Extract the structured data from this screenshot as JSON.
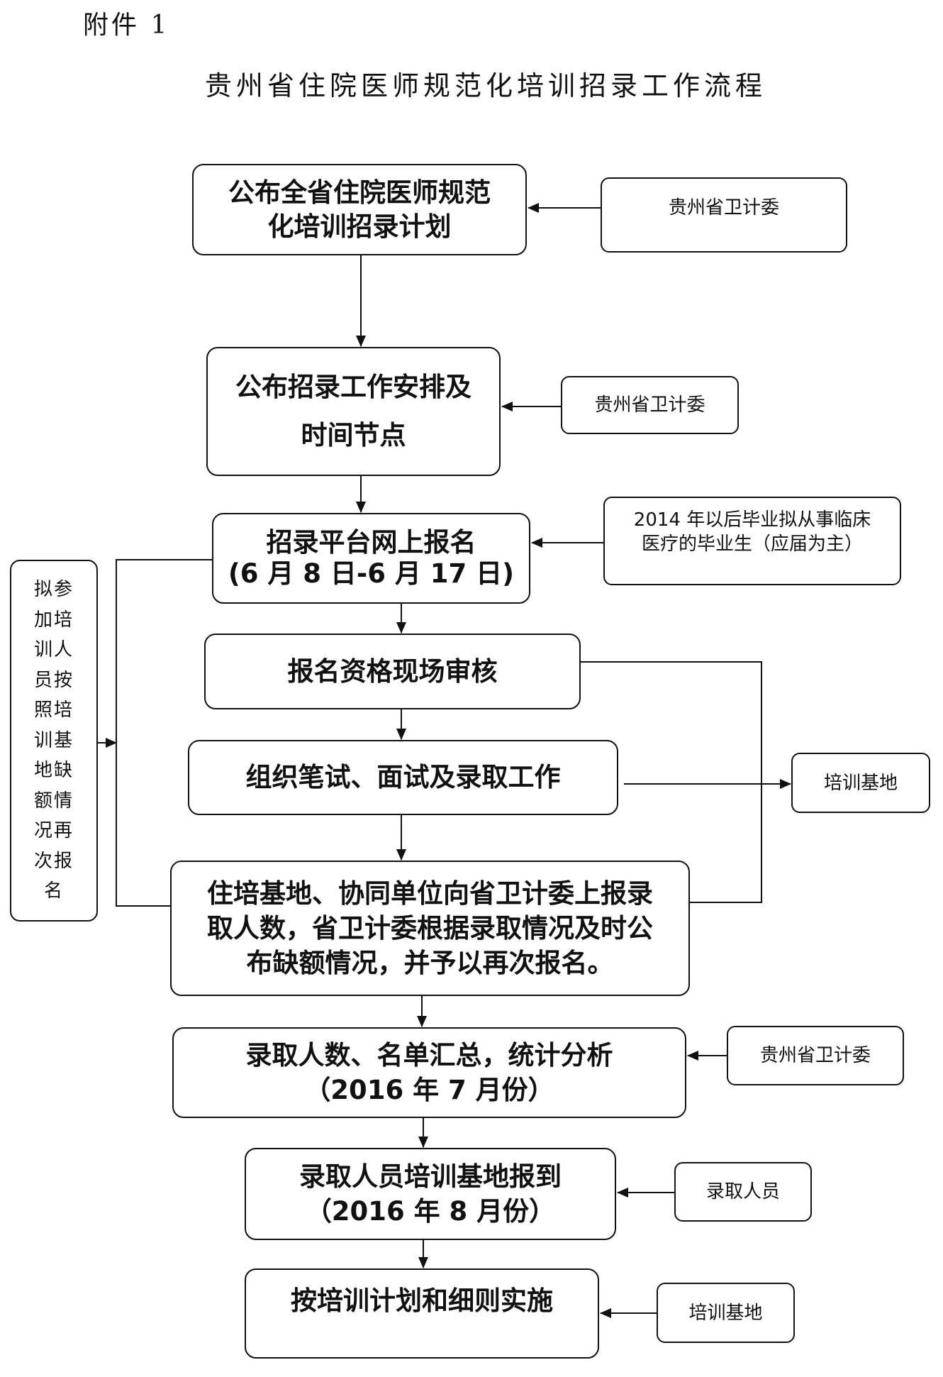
{
  "header": {
    "attachment_label": "附件 1",
    "title": "贵州省住院医师规范化培训招录工作流程"
  },
  "flow": {
    "steps": [
      {
        "lines": [
          "公布全省住院医师规范",
          "化培训招录计划"
        ]
      },
      {
        "lines": [
          "公布招录工作安排及",
          "时间节点"
        ]
      },
      {
        "lines": [
          "招录平台网上报名",
          "(6 月 8 日-6 月 17 日)"
        ]
      },
      {
        "lines": [
          "报名资格现场审核"
        ]
      },
      {
        "lines": [
          "组织笔试、面试及录取工作"
        ]
      },
      {
        "lines": [
          "住培基地、协同单位向省卫计委上报录",
          "取人数，省卫计委根据录取情况及时公",
          "布缺额情况，并予以再次报名。"
        ]
      },
      {
        "lines": [
          "录取人数、名单汇总，统计分析",
          "（2016 年 7 月份）"
        ]
      },
      {
        "lines": [
          "录取人员培训基地报到",
          "（2016 年 8 月份）"
        ]
      },
      {
        "lines": [
          "按培训计划和细则实施"
        ]
      }
    ],
    "side_nodes": {
      "step1_source": {
        "lines": [
          "贵州省卫计委"
        ]
      },
      "step2_source": {
        "lines": [
          "贵州省卫计委"
        ]
      },
      "step3_source": {
        "lines": [
          "2014 年以后毕业拟从事临床",
          "医疗的毕业生（应届为主）"
        ]
      },
      "step5_target": {
        "lines": [
          "培训基地"
        ]
      },
      "step7_source": {
        "lines": [
          "贵州省卫计委"
        ]
      },
      "step8_source": {
        "lines": [
          "录取人员"
        ]
      },
      "step9_source": {
        "lines": [
          "培训基地"
        ]
      }
    },
    "re_registration_note": {
      "lines": [
        "拟参",
        "加培",
        "训人",
        "员按",
        "照培",
        "训基",
        "地缺",
        "额情",
        "况再",
        "次报",
        "名"
      ]
    }
  },
  "colors": {
    "ink": "#111111",
    "background": "#ffffff"
  }
}
